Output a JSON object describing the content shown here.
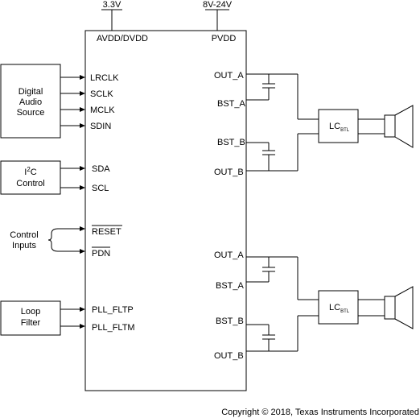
{
  "supplies": {
    "v33": "3.3V",
    "v8_24": "8V-24V"
  },
  "chip": {
    "avdd": "AVDD/DVDD",
    "pvdd": "PVDD"
  },
  "left_blocks": {
    "digital_audio": [
      "Digital",
      "Audio",
      "Source"
    ],
    "i2c": {
      "main": "I",
      "sup": "2",
      "rest": "C",
      "line2": "Control"
    },
    "control_inputs": [
      "Control",
      "Inputs"
    ],
    "loop_filter": [
      "Loop",
      "Filter"
    ]
  },
  "pins_left": {
    "lrclk": "LRCLK",
    "sclk": "SCLK",
    "mclk": "MCLK",
    "sdin": "SDIN",
    "sda": "SDA",
    "scl": "SCL",
    "reset": "RESET",
    "pdn": "PDN",
    "pll_fltp": "PLL_FLTP",
    "pll_fltm": "PLL_FLTM"
  },
  "pins_right_top": {
    "out_a": "OUT_A",
    "bst_a": "BST_A",
    "bst_b": "BST_B",
    "out_b": "OUT_B"
  },
  "pins_right_bottom": {
    "out_a": "OUT_A",
    "bst_a": "BST_A",
    "bst_b": "BST_B",
    "out_b": "OUT_B"
  },
  "lc_filter": {
    "main": "LC",
    "sub": "BTL"
  },
  "copyright": "Copyright © 2018, Texas Instruments Incorporated"
}
